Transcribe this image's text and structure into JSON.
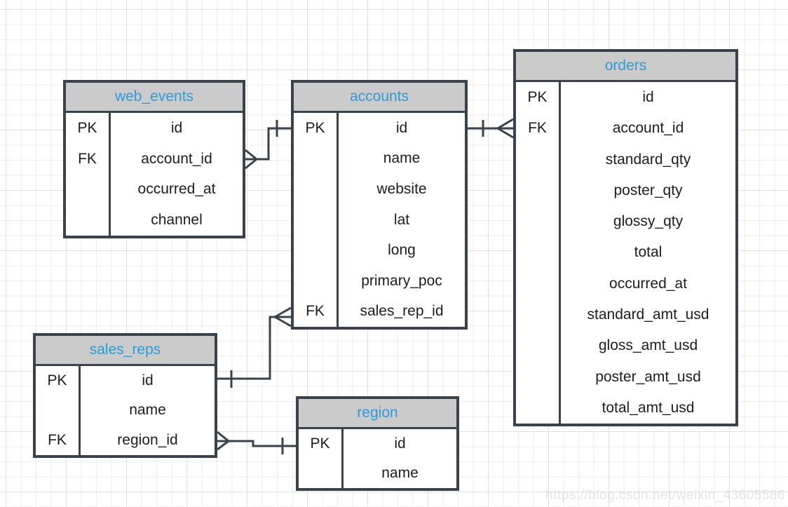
{
  "diagram": {
    "watermark": "https://blog.csdn.net/weixin_43605586",
    "colors": {
      "table_border": "#3A434C",
      "header_fill": "#CBCBCB",
      "title_text": "#2E9AD6",
      "row_text": "#1d1d1d",
      "connector": "#3A434C"
    },
    "tables": [
      {
        "title": "web_events",
        "rows": [
          {
            "key": "PK",
            "name": "id"
          },
          {
            "key": "FK",
            "name": "account_id"
          },
          {
            "key": "",
            "name": "occurred_at"
          },
          {
            "key": "",
            "name": "channel"
          }
        ]
      },
      {
        "title": "accounts",
        "rows": [
          {
            "key": "PK",
            "name": "id"
          },
          {
            "key": "",
            "name": "name"
          },
          {
            "key": "",
            "name": "website"
          },
          {
            "key": "",
            "name": "lat"
          },
          {
            "key": "",
            "name": "long"
          },
          {
            "key": "",
            "name": "primary_poc"
          },
          {
            "key": "FK",
            "name": "sales_rep_id"
          }
        ]
      },
      {
        "title": "orders",
        "rows": [
          {
            "key": "PK",
            "name": "id"
          },
          {
            "key": "FK",
            "name": "account_id"
          },
          {
            "key": "",
            "name": "standard_qty"
          },
          {
            "key": "",
            "name": "poster_qty"
          },
          {
            "key": "",
            "name": "glossy_qty"
          },
          {
            "key": "",
            "name": "total"
          },
          {
            "key": "",
            "name": "occurred_at"
          },
          {
            "key": "",
            "name": "standard_amt_usd"
          },
          {
            "key": "",
            "name": "gloss_amt_usd"
          },
          {
            "key": "",
            "name": "poster_amt_usd"
          },
          {
            "key": "",
            "name": "total_amt_usd"
          }
        ]
      },
      {
        "title": "sales_reps",
        "rows": [
          {
            "key": "PK",
            "name": "id"
          },
          {
            "key": "",
            "name": "name"
          },
          {
            "key": "FK",
            "name": "region_id"
          }
        ]
      },
      {
        "title": "region",
        "rows": [
          {
            "key": "PK",
            "name": "id"
          },
          {
            "key": "",
            "name": "name"
          }
        ]
      }
    ],
    "relationships": [
      {
        "many_side": "web_events.account_id",
        "one_side": "accounts.id",
        "notation": "crow-foot-many to one-tick"
      },
      {
        "many_side": "orders.account_id",
        "one_side": "accounts.id",
        "notation": "crow-foot-many to one-tick"
      },
      {
        "many_side": "accounts.sales_rep_id",
        "one_side": "sales_reps.id",
        "notation": "crow-foot-many to one-tick"
      },
      {
        "many_side": "sales_reps.region_id",
        "one_side": "region.id",
        "notation": "crow-foot-many to one-tick"
      }
    ]
  }
}
